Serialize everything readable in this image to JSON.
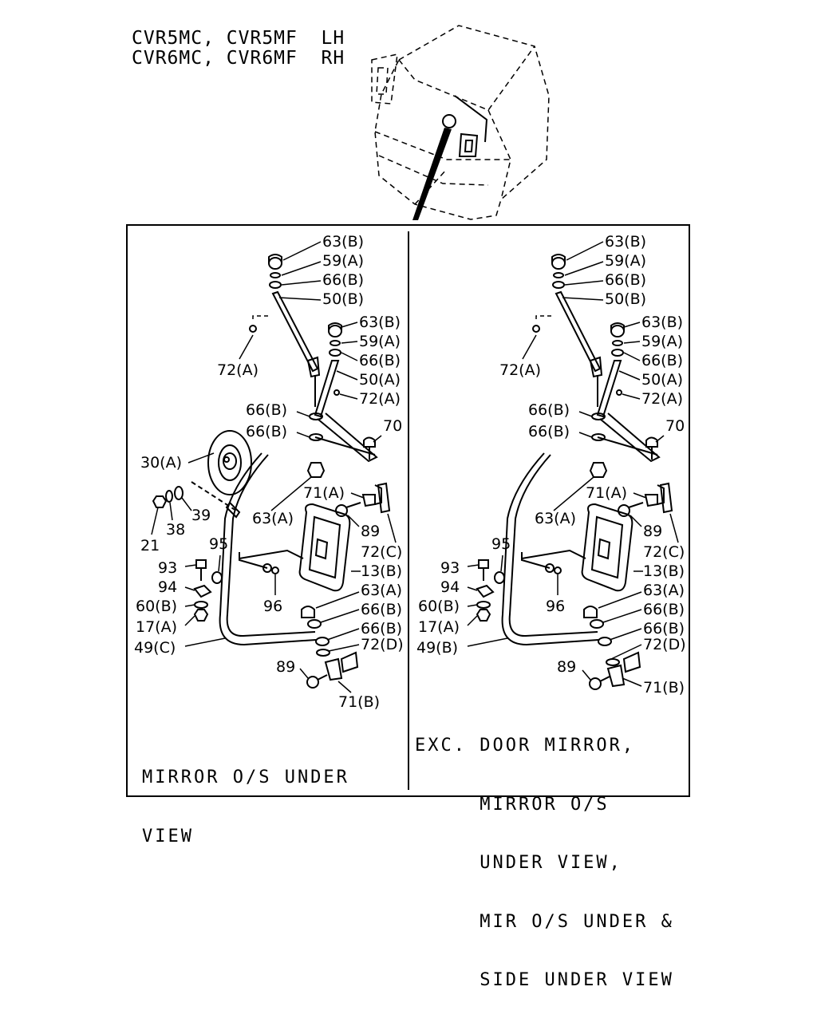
{
  "header": {
    "line1": "CVR5MC, CVR5MF  LH",
    "line2": "CVR6MC, CVR6MF  RH"
  },
  "left_panel": {
    "labels": [
      "63(B)",
      "59(A)",
      "66(B)",
      "50(B)",
      "63(B)",
      "59(A)",
      "66(B)",
      "72(A)",
      "50(A)",
      "72(A)",
      "66(B)",
      "66(B)",
      "70",
      "30(A)",
      "71(A)",
      "39",
      "38",
      "21",
      "63(A)",
      "89",
      "95",
      "72(C)",
      "93",
      "13(B)",
      "94",
      "96",
      "60(B)",
      "63(A)",
      "17(A)",
      "66(B)",
      "66(B)",
      "49(C)",
      "72(D)",
      "89",
      "71(B)"
    ],
    "note": [
      "MIRROR O/S UNDER",
      "VIEW"
    ]
  },
  "right_panel": {
    "labels": [
      "63(B)",
      "59(A)",
      "66(B)",
      "50(B)",
      "63(B)",
      "59(A)",
      "66(B)",
      "72(A)",
      "50(A)",
      "72(A)",
      "66(B)",
      "66(B)",
      "70",
      "71(A)",
      "63(A)",
      "89",
      "95",
      "72(C)",
      "93",
      "13(B)",
      "94",
      "96",
      "60(B)",
      "63(A)",
      "17(A)",
      "66(B)",
      "66(B)",
      "49(B)",
      "72(D)",
      "89",
      "71(B)"
    ],
    "note": [
      "EXC. DOOR MIRROR,",
      "     MIRROR O/S",
      "     UNDER VIEW,",
      "     MIR O/S UNDER &",
      "     SIDE UNDER VIEW"
    ]
  }
}
